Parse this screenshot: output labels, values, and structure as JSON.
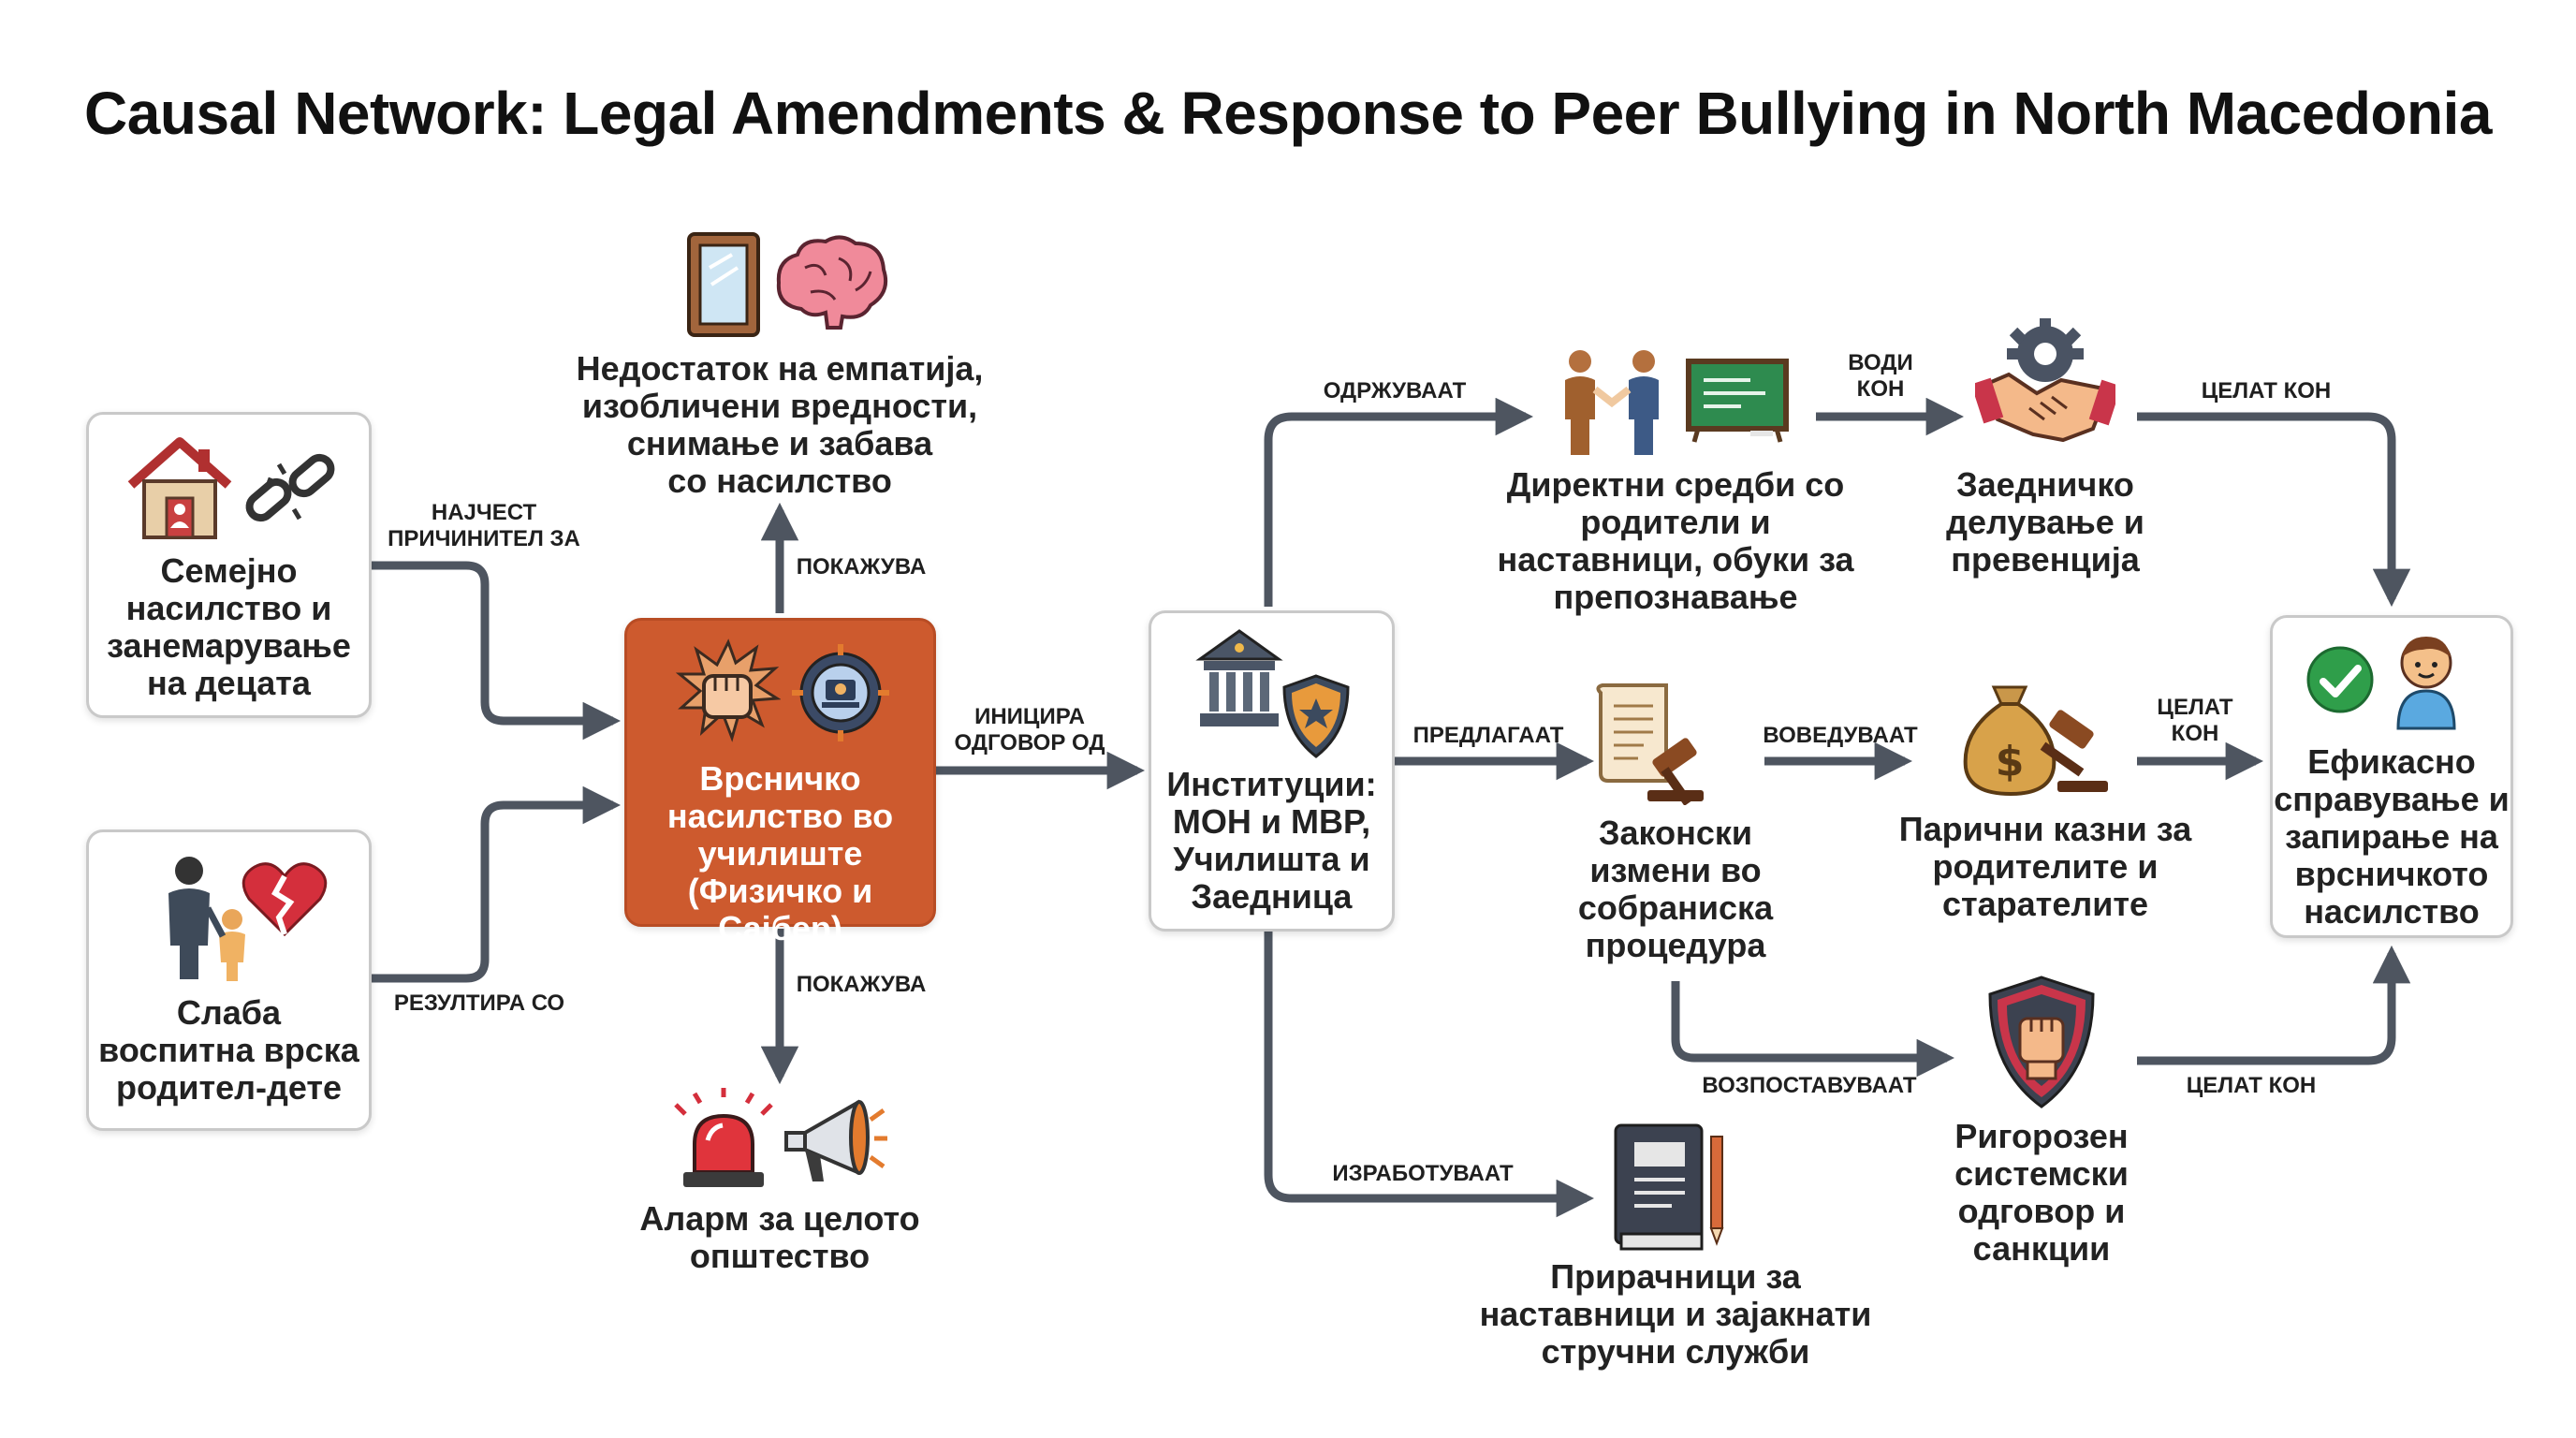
{
  "title": "Causal Network: Legal Amendments & Response to Peer Bullying in North Macedonia",
  "nodes": {
    "family_violence": "Семејно\nнасилство и\nзанемарување\nна децата",
    "weak_bond": "Слаба\nвоспитна врска\nродител-дете",
    "peer_violence": "Врсничко\nнасилство во\nучилиште\n(Физичко и Сајбер)",
    "lack_empathy": "Недостаток на емпатија,\nизобличени вредности,\nснимање и забава\nсо насилство",
    "alarm": "Аларм за целото\nопштество",
    "institutions": "Институции:\nМОН и МВР,\nУчилишта и\nЗаедница",
    "direct_meetings": "Директни средби со\nродители и\nнаставници, обуки за\nпрепознавање",
    "joint_action": "Заедничко\nделување и\nпревенција",
    "legal_amendments": "Законски\nизмени во\nсобраниска\nпроцедура",
    "fines": "Парични казни за\nродителите и\nстарателите",
    "rigorous_response": "Ригорозен\nсистемски\nодговор и\nсанкции",
    "manuals": "Прирачници за\nнаставници и зајакнати\nстручни служби",
    "effective": "Ефикасно\nсправување и\nзапирање на\nврсничкото\nнасилство"
  },
  "edges": {
    "most_common_cause": "НАЈЧЕСТ\nПРИЧИНИТЕЛ ЗА",
    "results_in": "РЕЗУЛТИРА СО",
    "shows_up": "ПОКАЖУВА",
    "shows_down": "ПОКАЖУВА",
    "initiates": "ИНИЦИРА\nОДГОВОР ОД",
    "hold": "ОДРЖУВААТ",
    "propose": "ПРЕДЛАГААТ",
    "develop": "ИЗРАБОТУВААТ",
    "leads_to": "ВОДИ\nКОН",
    "introduce": "ВОВЕДУВААТ",
    "establish": "ВОЗПОСТАВУВААТ",
    "aim_top": "ЦЕЛАТ КОН",
    "aim_mid": "ЦЕЛАТ\nКОН",
    "aim_bottom": "ЦЕЛАТ КОН"
  },
  "colors": {
    "hub": "#cd5a2e",
    "arrow": "#4e5560",
    "box_border": "#c9c9c9"
  },
  "icons": [
    "house-icon",
    "broken-chain-icon",
    "parent-child-icon",
    "broken-heart-icon",
    "fist-impact-icon",
    "cyber-target-icon",
    "mirror-icon",
    "brain-icon",
    "alarm-light-icon",
    "megaphone-icon",
    "government-building-icon",
    "shield-star-icon",
    "handshake-people-icon",
    "chalkboard-icon",
    "gear-handshake-icon",
    "legal-document-icon",
    "money-bag-gavel-icon",
    "shield-fist-icon",
    "manual-book-icon",
    "checkmark-icon",
    "child-icon"
  ]
}
